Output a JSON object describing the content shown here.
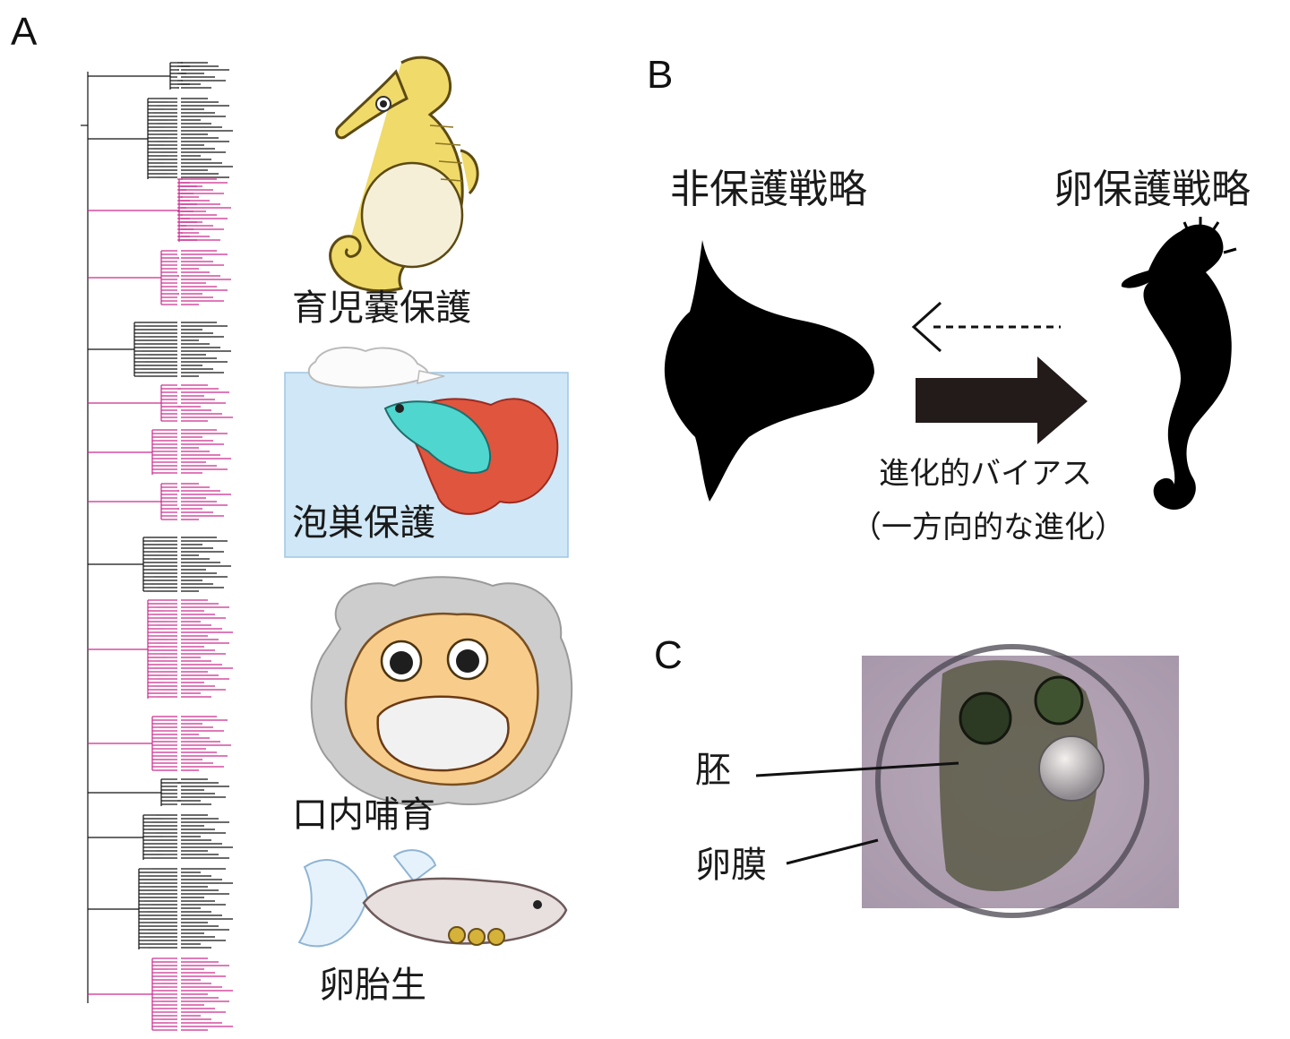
{
  "panel_a": {
    "letter": "A",
    "illustrations": [
      {
        "label": "育児嚢保護",
        "icon": "seahorse-illustration"
      },
      {
        "label": "泡巣保護",
        "icon": "betta-bubble-nest-illustration"
      },
      {
        "label": "口内哺育",
        "icon": "mouthbrooding-fish-illustration"
      },
      {
        "label": "卵胎生",
        "icon": "livebearer-fish-illustration"
      }
    ],
    "colors": {
      "care_lineage": "#cc2a8e",
      "no_care_lineage": "#111111"
    }
  },
  "panel_b": {
    "letter": "B",
    "left_label": "非保護戦略",
    "right_label": "卵保護戦略",
    "bias_line1": "進化的バイアス",
    "bias_line2": "（一方向的な進化）",
    "left_icon": "sunfish-silhouette-icon",
    "right_icon": "seahorse-silhouette-icon"
  },
  "panel_c": {
    "letter": "C",
    "label_embryo": "胚",
    "label_membrane": "卵膜",
    "photo": "fish-egg-micrograph"
  }
}
